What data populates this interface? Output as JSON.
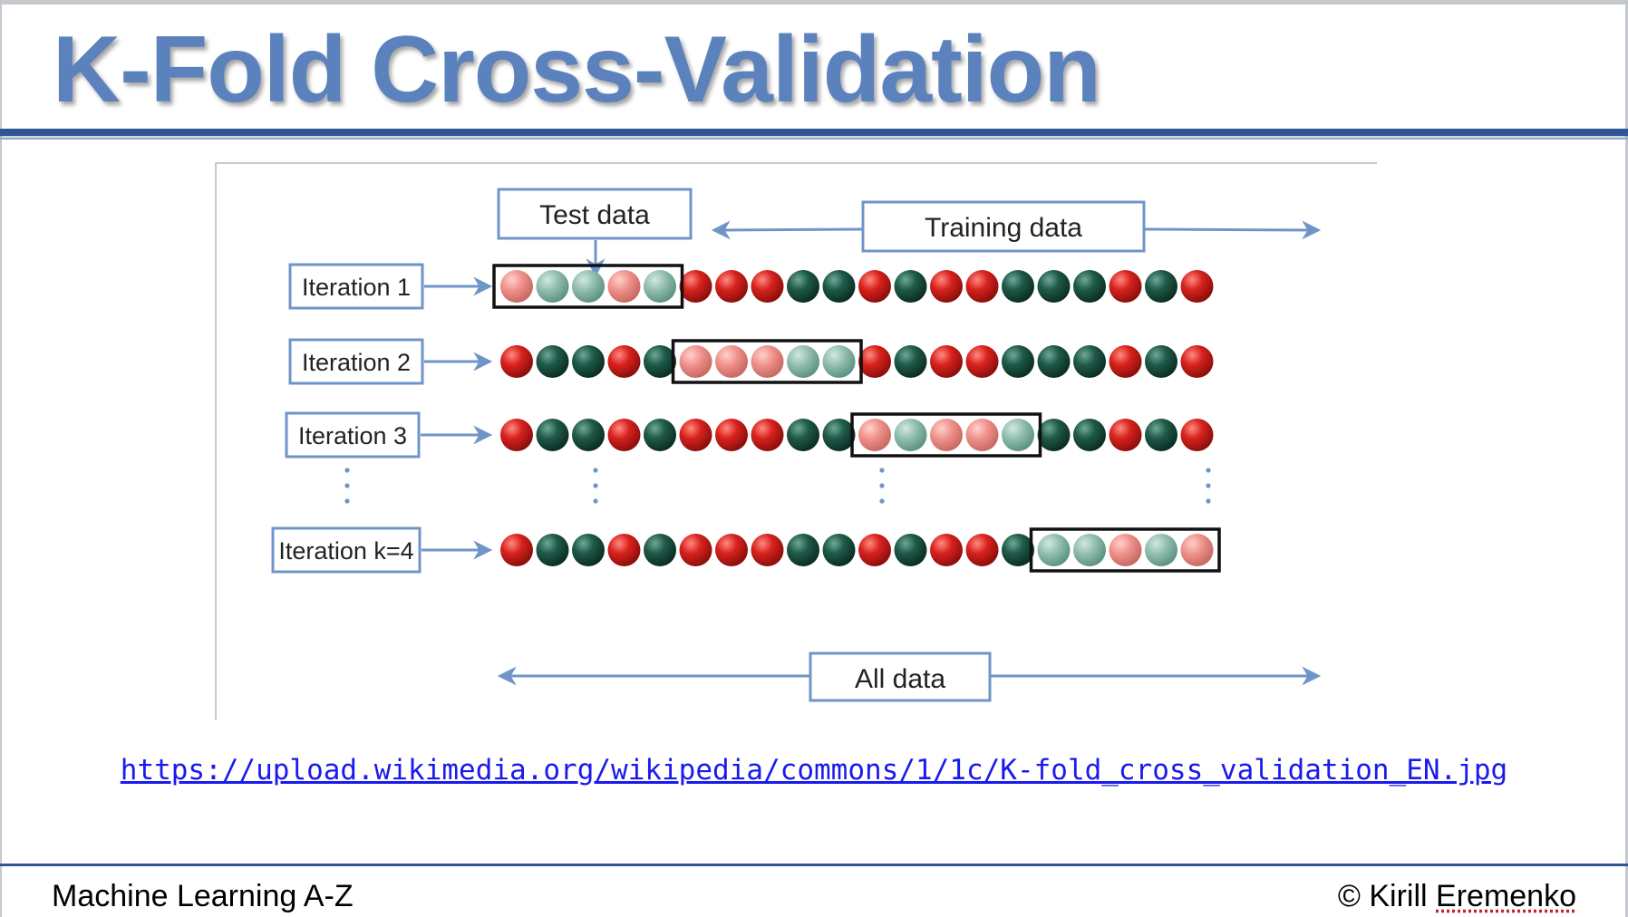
{
  "slide": {
    "title": "K-Fold Cross-Validation",
    "source_link": "https://upload.wikimedia.org/wikipedia/commons/1/1c/K-fold_cross_validation_EN.jpg",
    "footer_left": "Machine Learning A-Z",
    "footer_right_prefix": "© Kirill ",
    "footer_right_name": "Eremenko"
  },
  "colors": {
    "title": "#5c82bd",
    "rule": "#2f5597",
    "arrow": "#6f95c8",
    "box_border": "#6f95c8",
    "red_ball": "#d8221e",
    "green_ball": "#1f5a48",
    "test_box": "#111111"
  },
  "diagram": {
    "test_data_label": "Test data",
    "training_data_label": "Training data",
    "all_data_label": "All data",
    "fold_size": 5,
    "ball_pattern": [
      "red",
      "green",
      "green",
      "red",
      "green",
      "red",
      "red",
      "red",
      "green",
      "green",
      "red",
      "green",
      "red",
      "red",
      "green",
      "green",
      "green",
      "red",
      "green",
      "red"
    ],
    "iterations": [
      {
        "label": "Iteration 1",
        "test_fold_start": 0,
        "pattern": [
          "red",
          "green",
          "green",
          "red",
          "green",
          "red",
          "red",
          "red",
          "green",
          "green",
          "red",
          "green",
          "red",
          "red",
          "green",
          "green",
          "green",
          "red",
          "green",
          "red"
        ]
      },
      {
        "label": "Iteration 2",
        "test_fold_start": 5,
        "pattern": [
          "red",
          "green",
          "green",
          "red",
          "green",
          "red",
          "red",
          "red",
          "green",
          "green",
          "red",
          "green",
          "red",
          "red",
          "green",
          "green",
          "green",
          "red",
          "green",
          "red"
        ]
      },
      {
        "label": "Iteration 3",
        "test_fold_start": 10,
        "pattern": [
          "red",
          "green",
          "green",
          "red",
          "green",
          "red",
          "red",
          "red",
          "green",
          "green",
          "red",
          "green",
          "red",
          "red",
          "green",
          "green",
          "green",
          "red",
          "green",
          "red"
        ]
      },
      {
        "label": "Iteration k=4",
        "test_fold_start": 15,
        "pattern": [
          "red",
          "green",
          "green",
          "red",
          "green",
          "red",
          "red",
          "red",
          "green",
          "green",
          "red",
          "green",
          "red",
          "red",
          "green",
          "green",
          "green",
          "red",
          "green",
          "red"
        ]
      }
    ],
    "ellipsis": "⋮"
  }
}
